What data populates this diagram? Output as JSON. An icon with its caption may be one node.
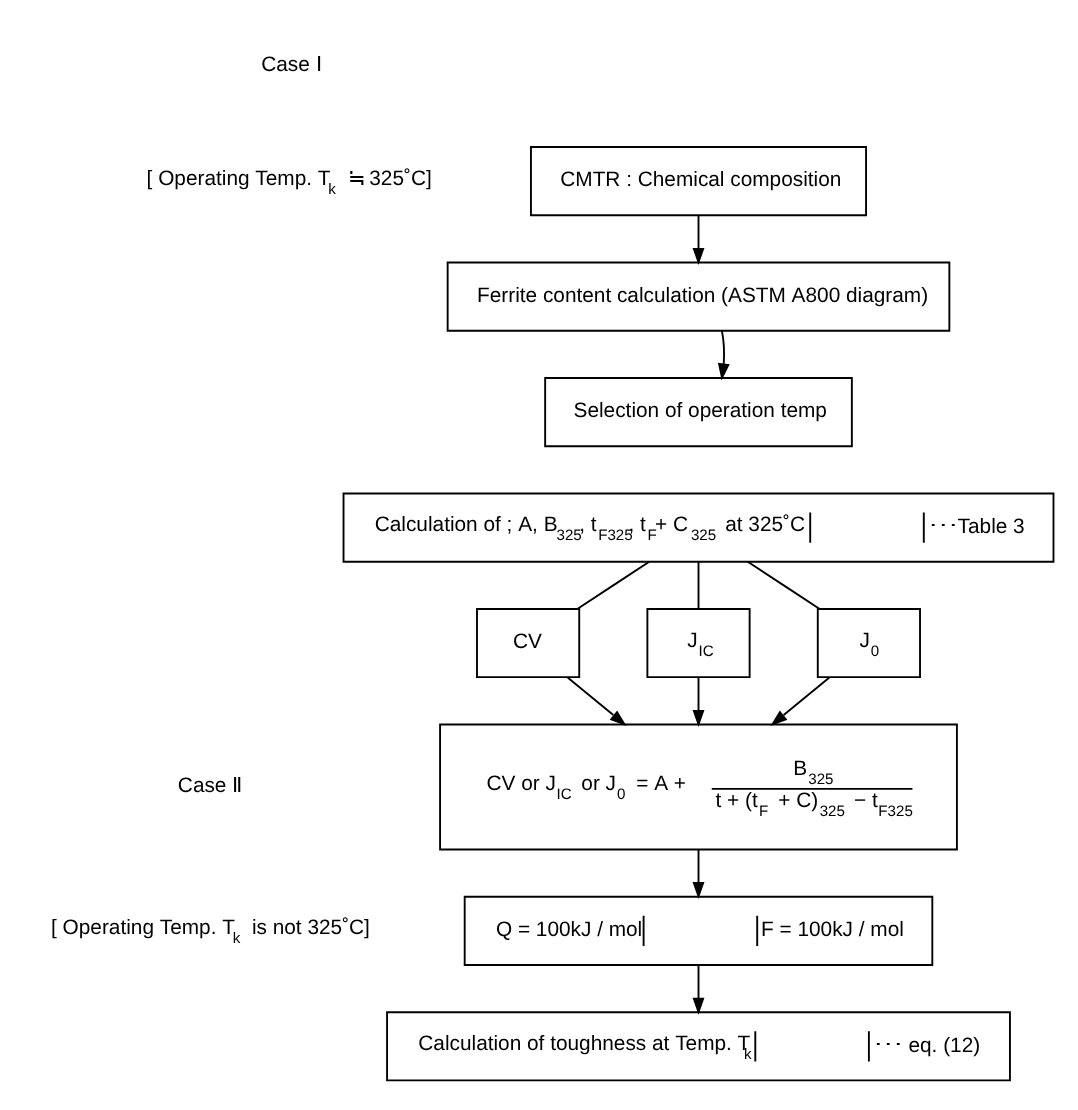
{
  "diagram": {
    "nodes": [
      {
        "text": [
          "CMTR : Chemical composition"
        ]
      },
      {
        "text": [
          "Ferrite content calculation (ASTM A800 diagram)"
        ]
      },
      {
        "text": [
          "Selection of operation temp"
        ]
      },
      {
        "text": [
          "Calculation of ; A, B$_{325}$, t$_{F325}$, t$_{F}$+ C$_{325}$ at 325˚C",
          "･･･Table 3"
        ]
      },
      {
        "text": [
          "CV"
        ]
      },
      {
        "text": [
          "J$_{IC}$"
        ]
      },
      {
        "text": [
          "J$_{0}$"
        ]
      },
      {
        "text": [
          "CV or J$_{IC}$ or J$_{0}$ = A +",
          "B$_{325}$",
          "t + (t$_{F}$ + C)$_{325}$ − t$_{F325}$"
        ]
      },
      {
        "text": [
          "Q = 100kJ / mol",
          "F = 100kJ / mol"
        ]
      },
      {
        "text": [
          "Calculation of toughness at Temp. T$_{k}$",
          "･･･ eq. (12)"
        ]
      }
    ],
    "edges": [
      {
        "from": 0,
        "to": 1,
        "arrow": "to"
      },
      {
        "from": 1,
        "to": 2,
        "arrow": "to"
      },
      {
        "from": 3,
        "to": 4,
        "arrow": "none"
      },
      {
        "from": 3,
        "to": 5,
        "arrow": "none"
      },
      {
        "from": 3,
        "to": 6,
        "arrow": "none"
      },
      {
        "from": 4,
        "to": 7,
        "arrow": "to"
      },
      {
        "from": 5,
        "to": 7,
        "arrow": "to"
      },
      {
        "from": 6,
        "to": 7,
        "arrow": "to"
      },
      {
        "from": 7,
        "to": 8,
        "arrow": "to"
      },
      {
        "from": 8,
        "to": 9,
        "arrow": "to"
      }
    ],
    "labels": [
      "Case Ⅰ",
      "[ Operating Temp. T$_{k}$ ≒ 325˚C]",
      "Case Ⅱ",
      "[ Operating Temp. T$_{k}$ is not 325˚C]"
    ]
  }
}
